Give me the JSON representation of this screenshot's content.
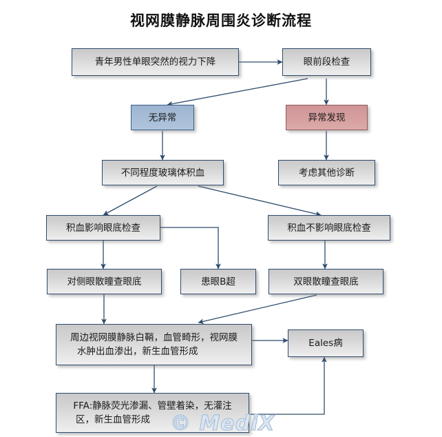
{
  "title": "视网膜静脉周围炎诊断流程",
  "watermark": "© MediX",
  "colors": {
    "box_fill": "#d9d9d9",
    "box_border": "#2e4a6b",
    "blue_fill": "#9db4d0",
    "pink_fill": "#cf9596",
    "connector": "#2e4a6b",
    "title_color": "#111111"
  },
  "nodes": {
    "onset": "青年男性单眼突然的视力下降",
    "anterior_exam": "眼前段检查",
    "normal": "无异常",
    "abnormal": "异常发现",
    "vitreous_hemorrhage": "不同程度玻璃体积血",
    "other_diagnosis": "考虑其他诊断",
    "hemorrhage_blocks_fundus": "积血影响眼底检查",
    "hemorrhage_not_blocks_fundus": "积血不影响眼底检查",
    "contralateral_fundus": "对侧眼散瞳查眼底",
    "b_scan": "患眼B超",
    "both_eyes_fundus": "双眼散瞳查眼底",
    "findings": "周边视网膜静脉白鞘，血管畸形，视网膜水肿出血渗出，新生血管形成",
    "findings_line1": "周边视网膜静脉白鞘，血管畸形，视网膜",
    "findings_line2": "水肿出血渗出，新生血管形成",
    "eales": "Eales病",
    "ffa": "FFA:静脉荧光渗漏、管壁着染，无灌注区，新生血管形成",
    "ffa_line1": "FFA:静脉荧光渗漏、管壁着染，无灌注",
    "ffa_line2": "区，新生血管形成"
  },
  "edges": [
    {
      "from": "onset",
      "to": "anterior_exam",
      "style": "straight-arrow"
    },
    {
      "from": "anterior_exam",
      "to": "normal",
      "style": "diagonal-arrow"
    },
    {
      "from": "anterior_exam",
      "to": "abnormal",
      "style": "straight-arrow"
    },
    {
      "from": "normal",
      "to": "vitreous_hemorrhage",
      "style": "straight-arrow"
    },
    {
      "from": "abnormal",
      "to": "other_diagnosis",
      "style": "straight-arrow"
    },
    {
      "from": "vitreous_hemorrhage",
      "to": "hemorrhage_blocks_fundus",
      "style": "diagonal-arrow"
    },
    {
      "from": "vitreous_hemorrhage",
      "to": "hemorrhage_not_blocks_fundus",
      "style": "diagonal-arrow"
    },
    {
      "from": "hemorrhage_blocks_fundus",
      "to": "contralateral_fundus",
      "style": "straight-arrow"
    },
    {
      "from": "hemorrhage_blocks_fundus",
      "to": "b_scan",
      "style": "elbow-arrow"
    },
    {
      "from": "hemorrhage_not_blocks_fundus",
      "to": "both_eyes_fundus",
      "style": "straight-arrow"
    },
    {
      "from": "contralateral_fundus",
      "to": "findings",
      "style": "straight-arrow"
    },
    {
      "from": "both_eyes_fundus",
      "to": "findings",
      "style": "diagonal-arrow"
    },
    {
      "from": "findings",
      "to": "eales",
      "style": "straight-arrow"
    },
    {
      "from": "findings",
      "to": "ffa",
      "style": "straight-arrow"
    },
    {
      "from": "ffa",
      "to": "eales",
      "style": "elbow-arrow"
    }
  ]
}
